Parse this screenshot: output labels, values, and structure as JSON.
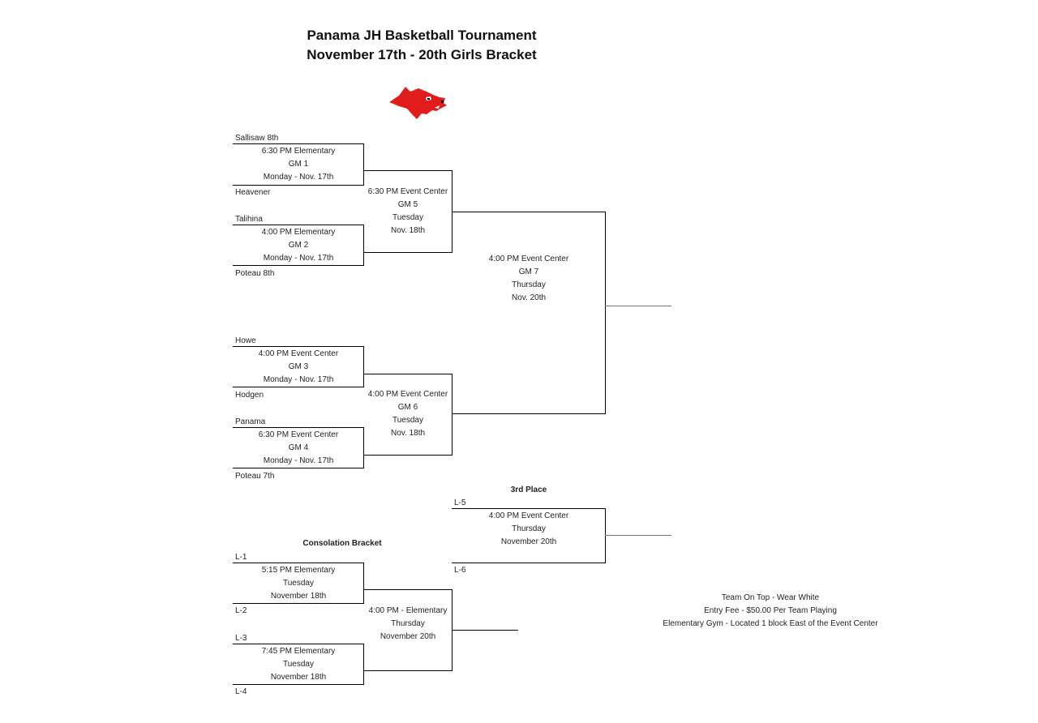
{
  "header": {
    "title_line1": "Panama JH Basketball Tournament",
    "title_line2": "November 17th - 20th Girls Bracket",
    "logo_icon": "razorback-hog-icon",
    "logo_color": "#e21b1b"
  },
  "bracket": {
    "teams": [
      "Sallisaw 8th",
      "Heavener",
      "Talihina",
      "Poteau 8th",
      "Howe",
      "Hodgen",
      "Panama",
      "Poteau 7th"
    ],
    "games": [
      {
        "time": "6:30 PM Elementary",
        "game": "GM 1",
        "date": "Monday - Nov. 17th"
      },
      {
        "time": "4:00 PM Elementary",
        "game": "GM 2",
        "date": "Monday - Nov. 17th"
      },
      {
        "time": "4:00 PM Event Center",
        "game": "GM 3",
        "date": "Monday - Nov. 17th"
      },
      {
        "time": "6:30 PM Event Center",
        "game": "GM 4",
        "date": "Monday - Nov. 17th"
      },
      {
        "time": "6:30 PM Event Center",
        "game": "GM 5",
        "day": "Tuesday",
        "date": "Nov. 18th"
      },
      {
        "time": "4:00 PM Event Center",
        "game": "GM 6",
        "day": "Tuesday",
        "date": "Nov. 18th"
      },
      {
        "time": "4:00 PM Event Center",
        "game": "GM 7",
        "day": "Thursday",
        "date": "Nov. 20th"
      }
    ]
  },
  "third_place": {
    "heading": "3rd Place",
    "top": "L-5",
    "bottom": "L-6",
    "time": "4:00 PM Event Center",
    "day": "Thursday",
    "date": "November 20th"
  },
  "consolation": {
    "heading": "Consolation Bracket",
    "labels": [
      "L-1",
      "L-2",
      "L-3",
      "L-4"
    ],
    "games": [
      {
        "time": "5:15 PM Elementary",
        "day": "Tuesday",
        "date": "November 18th"
      },
      {
        "time": "7:45 PM Elementary",
        "day": "Tuesday",
        "date": "November 18th"
      },
      {
        "time": "4:00 PM - Elementary",
        "day": "Thursday",
        "date": "November 20th"
      }
    ]
  },
  "notes": [
    "Team On Top - Wear White",
    "Entry Fee - $50.00 Per Team Playing",
    "Elementary Gym - Located 1 block East of the Event Center"
  ]
}
